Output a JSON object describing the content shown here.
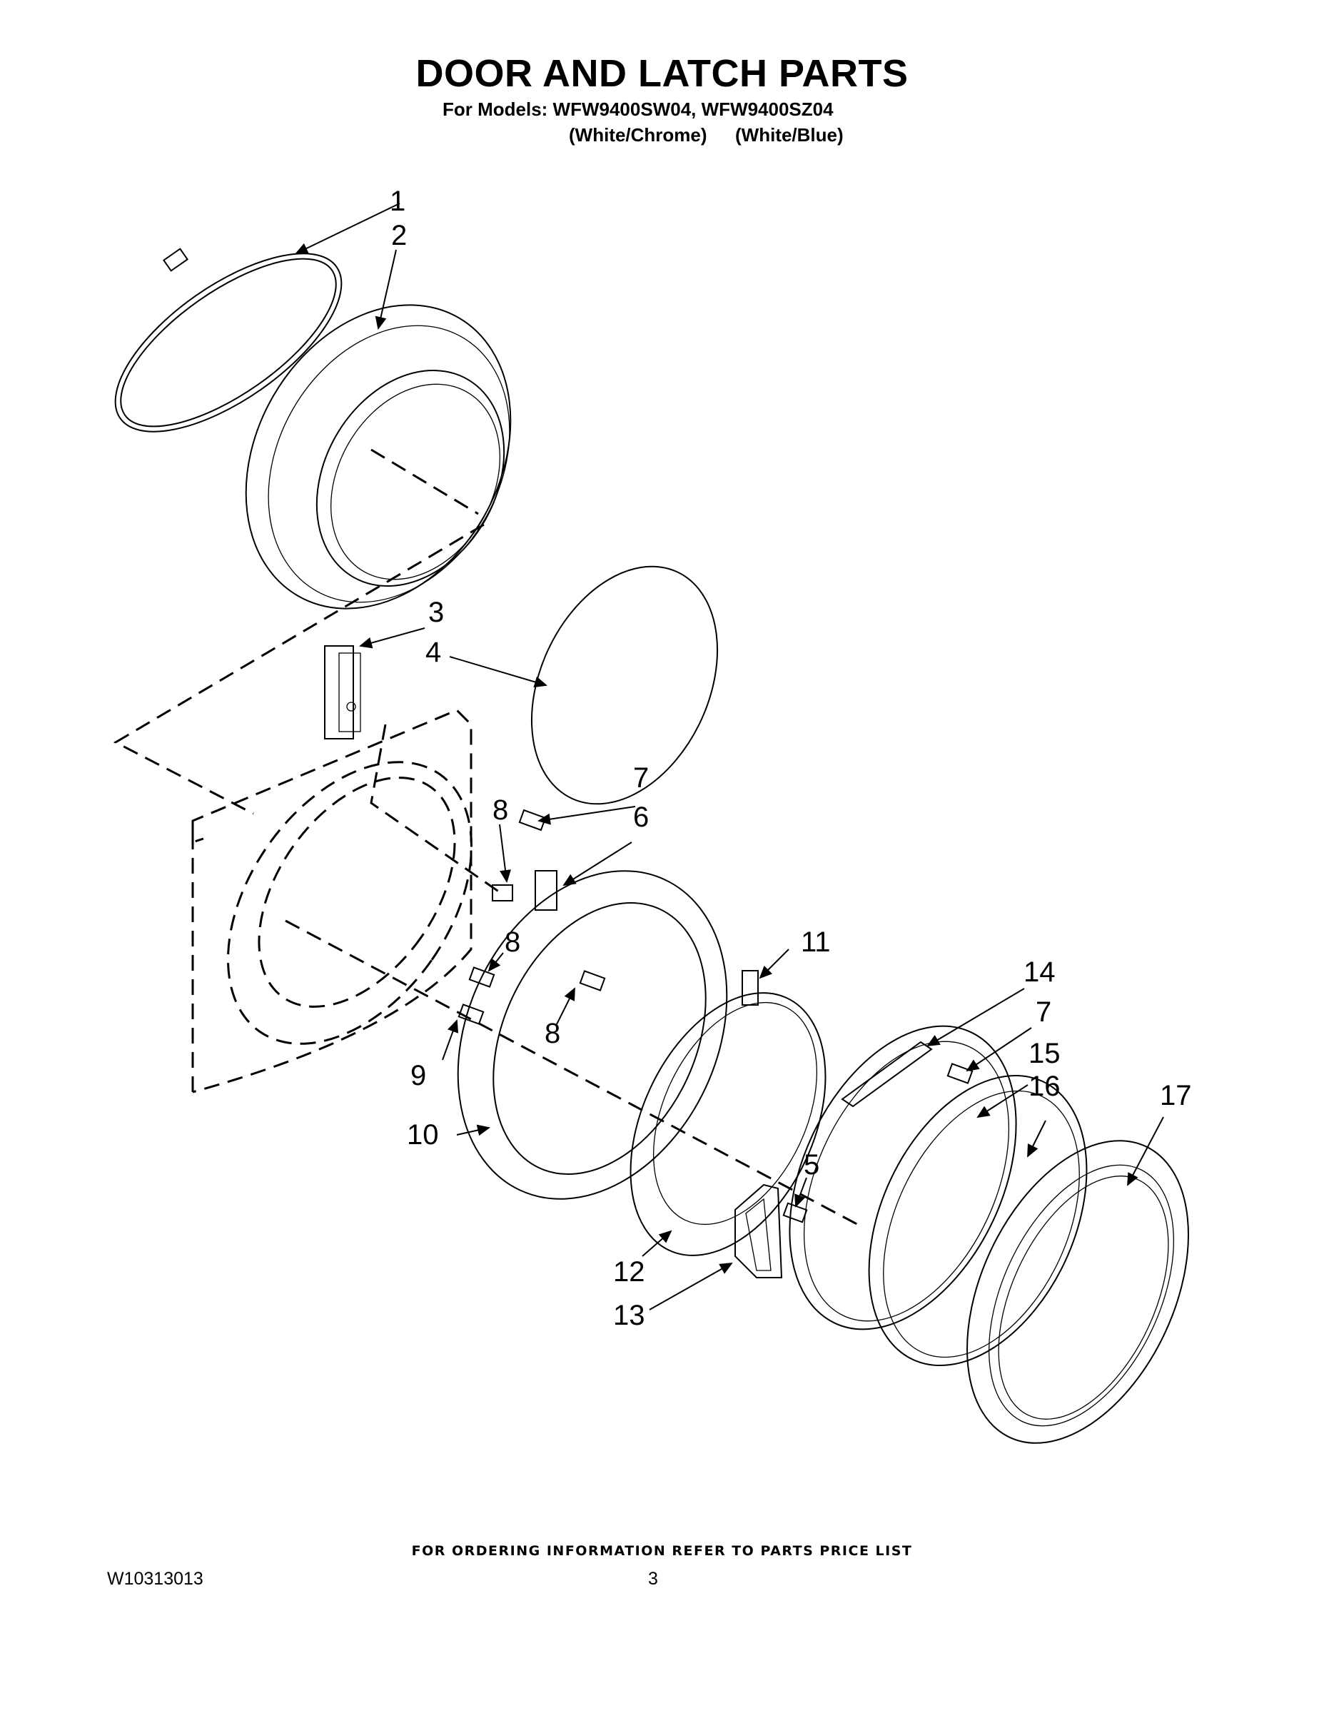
{
  "header": {
    "title": "DOOR AND LATCH PARTS",
    "models_line": "For Models: WFW9400SW04, WFW9400SZ04",
    "variant_1": "(White/Chrome)",
    "variant_2": "(White/Blue)"
  },
  "callouts": {
    "c1": "1",
    "c2": "2",
    "c3": "3",
    "c4": "4",
    "c5": "5",
    "c6": "6",
    "c7a": "7",
    "c7b": "7",
    "c8a": "8",
    "c8b": "8",
    "c8c": "8",
    "c9": "9",
    "c10": "10",
    "c11": "11",
    "c12": "12",
    "c13": "13",
    "c14": "14",
    "c15": "15",
    "c16": "16",
    "c17": "17"
  },
  "footer": {
    "ordering_note": "FOR ORDERING INFORMATION REFER TO PARTS PRICE LIST",
    "doc_number": "W10313013",
    "page_number": "3"
  }
}
